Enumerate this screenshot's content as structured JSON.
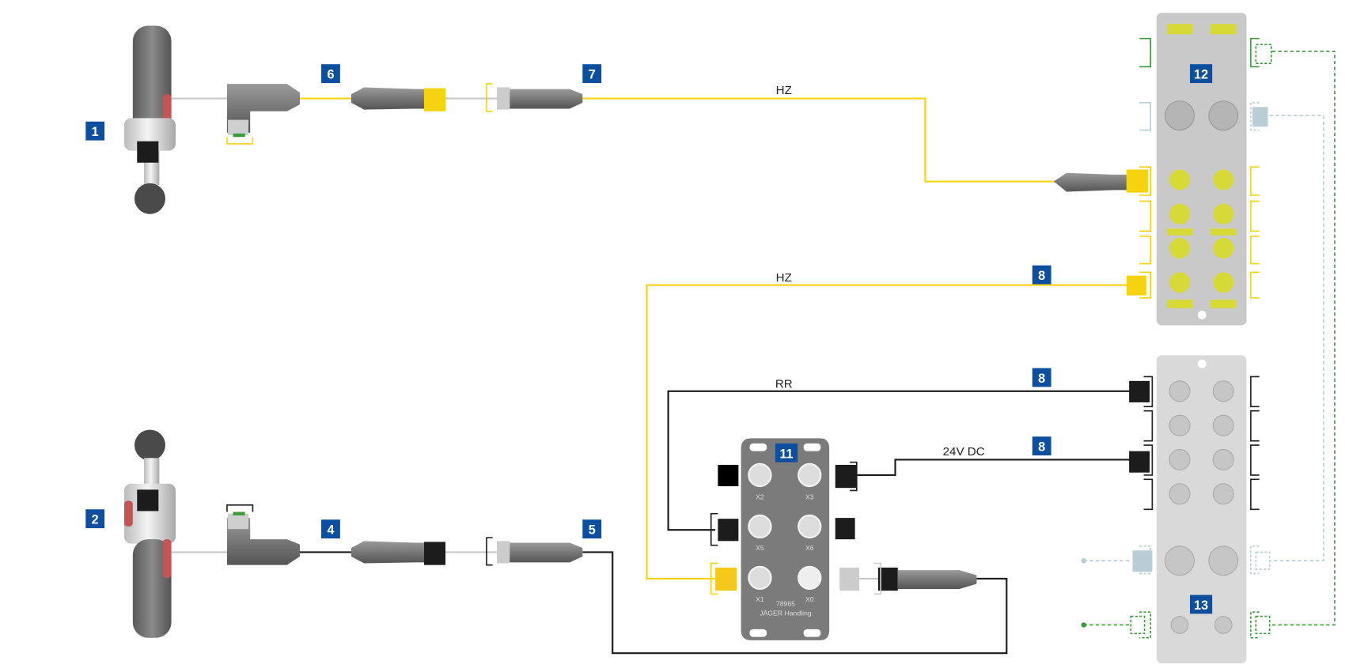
{
  "colors": {
    "badge": "#0d4f9e",
    "yellow": "#f5d40f",
    "black": "#1c1c1c",
    "green": "#3d9a3a",
    "lightblue": "#b9cdd6",
    "gray_cable": "#c8c8c8",
    "module_dark": "#7b7b7b"
  },
  "badges": {
    "b1": "1",
    "b2": "2",
    "b4": "4",
    "b5": "5",
    "b6": "6",
    "b7": "7",
    "b8a": "8",
    "b8b": "8",
    "b8c": "8",
    "b11": "11",
    "b12": "12",
    "b13": "13"
  },
  "wires": {
    "hz_top": "HZ",
    "hz_mid": "HZ",
    "rr": "RR",
    "dc": "24V DC"
  },
  "box11": {
    "ports": [
      "X2",
      "X3",
      "X5",
      "X6",
      "X1",
      "X0"
    ],
    "id": "78965",
    "maker": "JÄGER Handling"
  }
}
